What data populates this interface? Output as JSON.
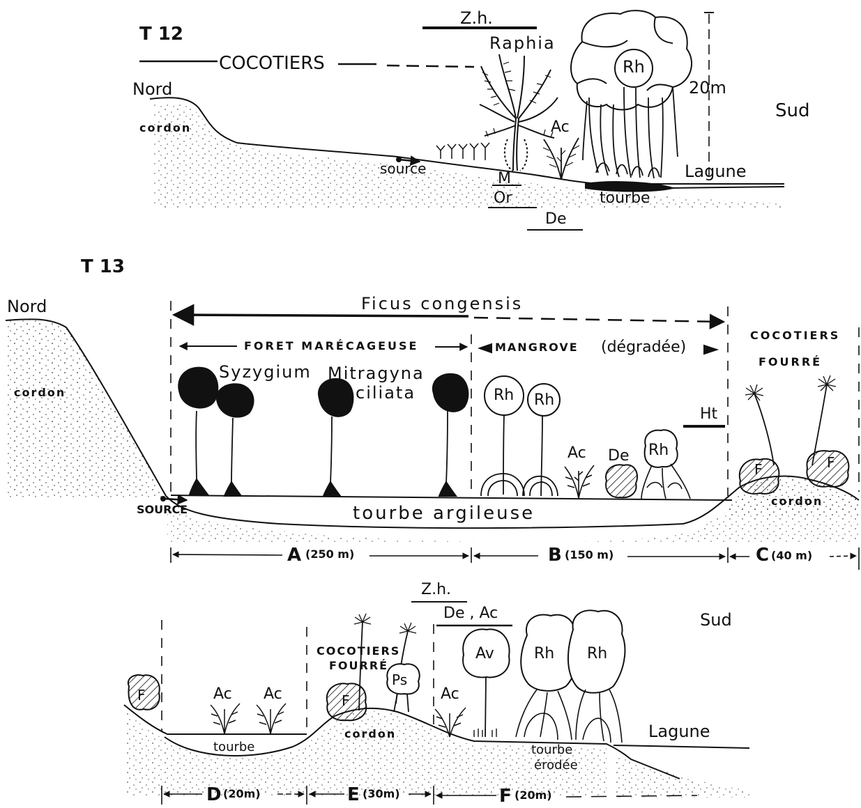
{
  "t12": {
    "title": "T 12",
    "cocotiers": "COCOTIERS",
    "north": "Nord",
    "south": "Sud",
    "cordon": "cordon",
    "source": "source",
    "raphia": "Raphia",
    "zh": "Z.h.",
    "rh": "Rh",
    "ac": "Ac",
    "height": "20m",
    "lagune": "Lagune",
    "tourbe": "tourbe",
    "m": "M",
    "or": "Or",
    "de": "De"
  },
  "t13": {
    "title": "T 13",
    "north": "Nord",
    "ficus": "Ficus congensis",
    "foret": "FORET MARÉCAGEUSE",
    "mangrove": "MANGROVE",
    "degradee": "(dégradée)",
    "cocotiers": "COCOTIERS",
    "fourre": "FOURRÉ",
    "cordon": "cordon",
    "cordon_right": "cordon",
    "syzygium": "Syzygium",
    "mitragyna_1": "Mitragyna",
    "mitragyna_2": "ciliata",
    "rh1": "Rh",
    "rh2": "Rh",
    "rh3": "Rh",
    "ac": "Ac",
    "de": "De",
    "ht": "Ht",
    "f1": "F",
    "f2": "F",
    "source": "SOURCE",
    "tourbe": "tourbe argileuse",
    "seg_a": "A",
    "seg_a_len": "(250 m)",
    "seg_b": "B",
    "seg_b_len": "(150 m)",
    "seg_c": "C",
    "seg_c_len": "(40 m)"
  },
  "t13b": {
    "south": "Sud",
    "zh": "Z.h.",
    "de_ac": "De , Ac",
    "cocotiers": "COCOTIERS",
    "fourre": "FOURRÉ",
    "f_left": "F",
    "f_mid": "F",
    "ac1": "Ac",
    "ac2": "Ac",
    "ac3": "Ac",
    "ps": "Ps",
    "av": "Av",
    "rh1": "Rh",
    "rh2": "Rh",
    "tourbe": "tourbe",
    "cordon": "cordon",
    "tourbe_erodee_1": "tourbe",
    "tourbe_erodee_2": "érodée",
    "lagune": "Lagune",
    "seg_d": "D",
    "seg_d_len": "(20m)",
    "seg_e": "E",
    "seg_e_len": "(30m)",
    "seg_f": "F",
    "seg_f_len": "(20m)"
  }
}
